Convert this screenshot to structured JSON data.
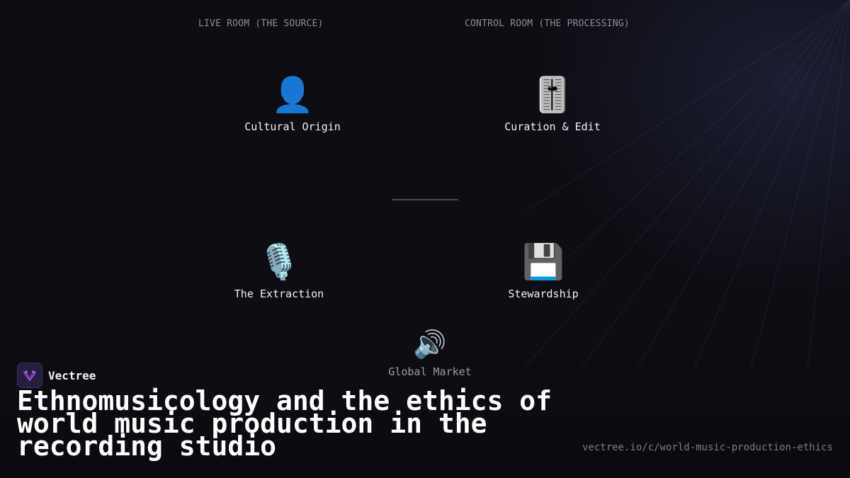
{
  "header": {
    "left_label": "LIVE ROOM (THE SOURCE)",
    "right_label": "CONTROL ROOM (THE PROCESSING)"
  },
  "nodes": [
    {
      "icon": "person-icon",
      "glyph": "👤",
      "label": "Cultural Origin"
    },
    {
      "icon": "level-slider-icon",
      "glyph": "🎚️",
      "label": "Curation & Edit"
    },
    {
      "icon": "microphone-icon",
      "glyph": "🎙️",
      "label": "The Extraction"
    },
    {
      "icon": "floppy-disk-icon",
      "glyph": "💾",
      "label": "Stewardship"
    },
    {
      "icon": "speaker-icon",
      "glyph": "🔊",
      "label": "Global Market"
    }
  ],
  "brand": {
    "name": "Vectree",
    "icon": "vectree-logo-icon"
  },
  "title": "Ethnomusicology and the ethics of world music production in the recording studio",
  "url": "vectree.io/c/world-music-production-ethics",
  "colors": {
    "background": "#0e0d13",
    "text": "#f2f2f5",
    "muted": "#8d8c96",
    "brand_accent": "#a24bd6"
  }
}
